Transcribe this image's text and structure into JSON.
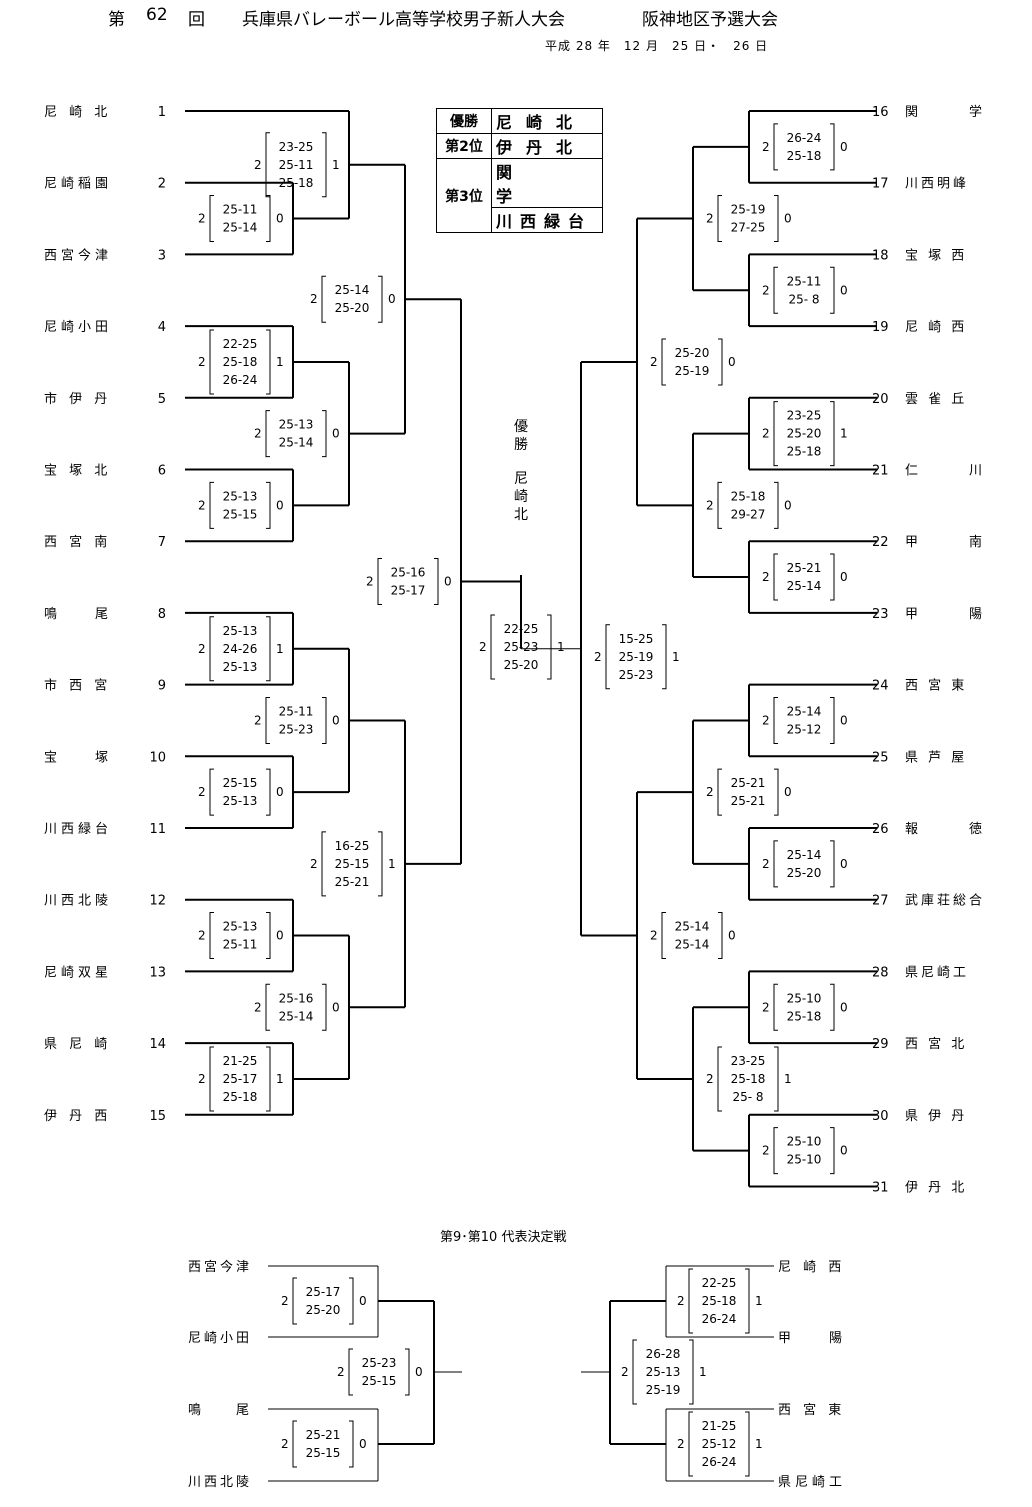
{
  "header": {
    "title_parts": [
      "第",
      "62",
      "回",
      "兵庫県バレーボール高等学校男子新人大会",
      "阪神地区予選大会"
    ],
    "dates": "平成 28 年　12 月　25 日・　26 日"
  },
  "results": {
    "first_label": "優勝",
    "first": "尼崎北",
    "second_label": "第2位",
    "second": "伊丹北",
    "third_label": "第3位",
    "third_a": "関学",
    "third_b": "川西緑台"
  },
  "champion": {
    "label": "優勝",
    "name": "尼崎北"
  },
  "left_teams": [
    {
      "name": "尼 崎 北",
      "num": "1"
    },
    {
      "name": "尼崎稲園",
      "num": "2"
    },
    {
      "name": "西宮今津",
      "num": "3"
    },
    {
      "name": "尼崎小田",
      "num": "4"
    },
    {
      "name": "市 伊 丹",
      "num": "5"
    },
    {
      "name": "宝 塚 北",
      "num": "6"
    },
    {
      "name": "西 宮 南",
      "num": "7"
    },
    {
      "name": "鳴　　尾",
      "num": "8"
    },
    {
      "name": "市 西 宮",
      "num": "9"
    },
    {
      "name": "宝　　塚",
      "num": "10"
    },
    {
      "name": "川西緑台",
      "num": "11"
    },
    {
      "name": "川西北陵",
      "num": "12"
    },
    {
      "name": "尼崎双星",
      "num": "13"
    },
    {
      "name": "県 尼 崎",
      "num": "14"
    },
    {
      "name": "伊 丹 西",
      "num": "15"
    }
  ],
  "right_teams": [
    {
      "num": "16",
      "name": "関　　　学"
    },
    {
      "num": "17",
      "name": "川西明峰"
    },
    {
      "num": "18",
      "name": "宝 塚 西"
    },
    {
      "num": "19",
      "name": "尼 崎 西"
    },
    {
      "num": "20",
      "name": "雲 雀 丘"
    },
    {
      "num": "21",
      "name": "仁　　　川"
    },
    {
      "num": "22",
      "name": "甲　　　南"
    },
    {
      "num": "23",
      "name": "甲　　　陽"
    },
    {
      "num": "24",
      "name": "西 宮 東"
    },
    {
      "num": "25",
      "name": "県 芦 屋"
    },
    {
      "num": "26",
      "name": "報　　　徳"
    },
    {
      "num": "27",
      "name": "武庫荘総合"
    },
    {
      "num": "28",
      "name": "県尼崎工"
    },
    {
      "num": "29",
      "name": "西 宮 北"
    },
    {
      "num": "30",
      "name": "県 伊 丹"
    },
    {
      "num": "31",
      "name": "伊 丹 北"
    }
  ],
  "left_scores": [
    {
      "a": "2",
      "sets": [
        "23-25",
        "25-11",
        "25-18"
      ],
      "b": "1"
    },
    {
      "a": "2",
      "sets": [
        "25-11",
        "25-14"
      ],
      "b": "0"
    },
    {
      "a": "2",
      "sets": [
        "25-14",
        "25-20"
      ],
      "b": "0"
    },
    {
      "a": "2",
      "sets": [
        "22-25",
        "25-18",
        "26-24"
      ],
      "b": "1"
    },
    {
      "a": "2",
      "sets": [
        "25-13",
        "25-14"
      ],
      "b": "0"
    },
    {
      "a": "2",
      "sets": [
        "25-13",
        "25-15"
      ],
      "b": "0"
    },
    {
      "a": "2",
      "sets": [
        "25-16",
        "25-17"
      ],
      "b": "0"
    },
    {
      "a": "2",
      "sets": [
        "25-13",
        "24-26",
        "25-13"
      ],
      "b": "1"
    },
    {
      "a": "2",
      "sets": [
        "25-11",
        "25-23"
      ],
      "b": "0"
    },
    {
      "a": "2",
      "sets": [
        "25-15",
        "25-13"
      ],
      "b": "0"
    },
    {
      "a": "2",
      "sets": [
        "16-25",
        "25-15",
        "25-21"
      ],
      "b": "1"
    },
    {
      "a": "2",
      "sets": [
        "25-13",
        "25-11"
      ],
      "b": "0"
    },
    {
      "a": "2",
      "sets": [
        "25-16",
        "25-14"
      ],
      "b": "0"
    },
    {
      "a": "2",
      "sets": [
        "21-25",
        "25-17",
        "25-18"
      ],
      "b": "1"
    }
  ],
  "right_scores": [
    {
      "a": "2",
      "sets": [
        "26-24",
        "25-18"
      ],
      "b": "0"
    },
    {
      "a": "2",
      "sets": [
        "25-19",
        "27-25"
      ],
      "b": "0"
    },
    {
      "a": "2",
      "sets": [
        "25-11",
        "25- 8"
      ],
      "b": "0"
    },
    {
      "a": "2",
      "sets": [
        "25-20",
        "25-19"
      ],
      "b": "0"
    },
    {
      "a": "2",
      "sets": [
        "23-25",
        "25-20",
        "25-18"
      ],
      "b": "1"
    },
    {
      "a": "2",
      "sets": [
        "25-18",
        "29-27"
      ],
      "b": "0"
    },
    {
      "a": "2",
      "sets": [
        "25-21",
        "25-14"
      ],
      "b": "0"
    },
    {
      "a": "2",
      "sets": [
        "15-25",
        "25-19",
        "25-23"
      ],
      "b": "1"
    },
    {
      "a": "2",
      "sets": [
        "25-14",
        "25-12"
      ],
      "b": "0"
    },
    {
      "a": "2",
      "sets": [
        "25-21",
        "25-21"
      ],
      "b": "0"
    },
    {
      "a": "2",
      "sets": [
        "25-14",
        "25-20"
      ],
      "b": "0"
    },
    {
      "a": "2",
      "sets": [
        "25-14",
        "25-14"
      ],
      "b": "0"
    },
    {
      "a": "2",
      "sets": [
        "25-10",
        "25-18"
      ],
      "b": "0"
    },
    {
      "a": "2",
      "sets": [
        "23-25",
        "25-18",
        "25- 8"
      ],
      "b": "1"
    },
    {
      "a": "2",
      "sets": [
        "25-10",
        "25-10"
      ],
      "b": "0"
    }
  ],
  "final_score": {
    "a": "2",
    "sets": [
      "22-25",
      "25-23",
      "25-20"
    ],
    "b": "1"
  },
  "playoff": {
    "title": "第9･第10 代表決定戦",
    "left_teams": [
      "西宮今津",
      "尼崎小田",
      "鳴　　尾",
      "川西北陵"
    ],
    "right_teams": [
      "尼 崎 西",
      "甲　　陽",
      "西 宮 東",
      "県尼崎工"
    ],
    "left_scores": [
      {
        "a": "2",
        "sets": [
          "25-17",
          "25-20"
        ],
        "b": "0"
      },
      {
        "a": "2",
        "sets": [
          "25-23",
          "25-15"
        ],
        "b": "0"
      },
      {
        "a": "2",
        "sets": [
          "25-21",
          "25-15"
        ],
        "b": "0"
      }
    ],
    "right_scores": [
      {
        "a": "2",
        "sets": [
          "22-25",
          "25-18",
          "26-24"
        ],
        "b": "1"
      },
      {
        "a": "2",
        "sets": [
          "26-28",
          "25-13",
          "25-19"
        ],
        "b": "1"
      },
      {
        "a": "2",
        "sets": [
          "21-25",
          "25-12",
          "26-24"
        ],
        "b": "1"
      }
    ]
  }
}
